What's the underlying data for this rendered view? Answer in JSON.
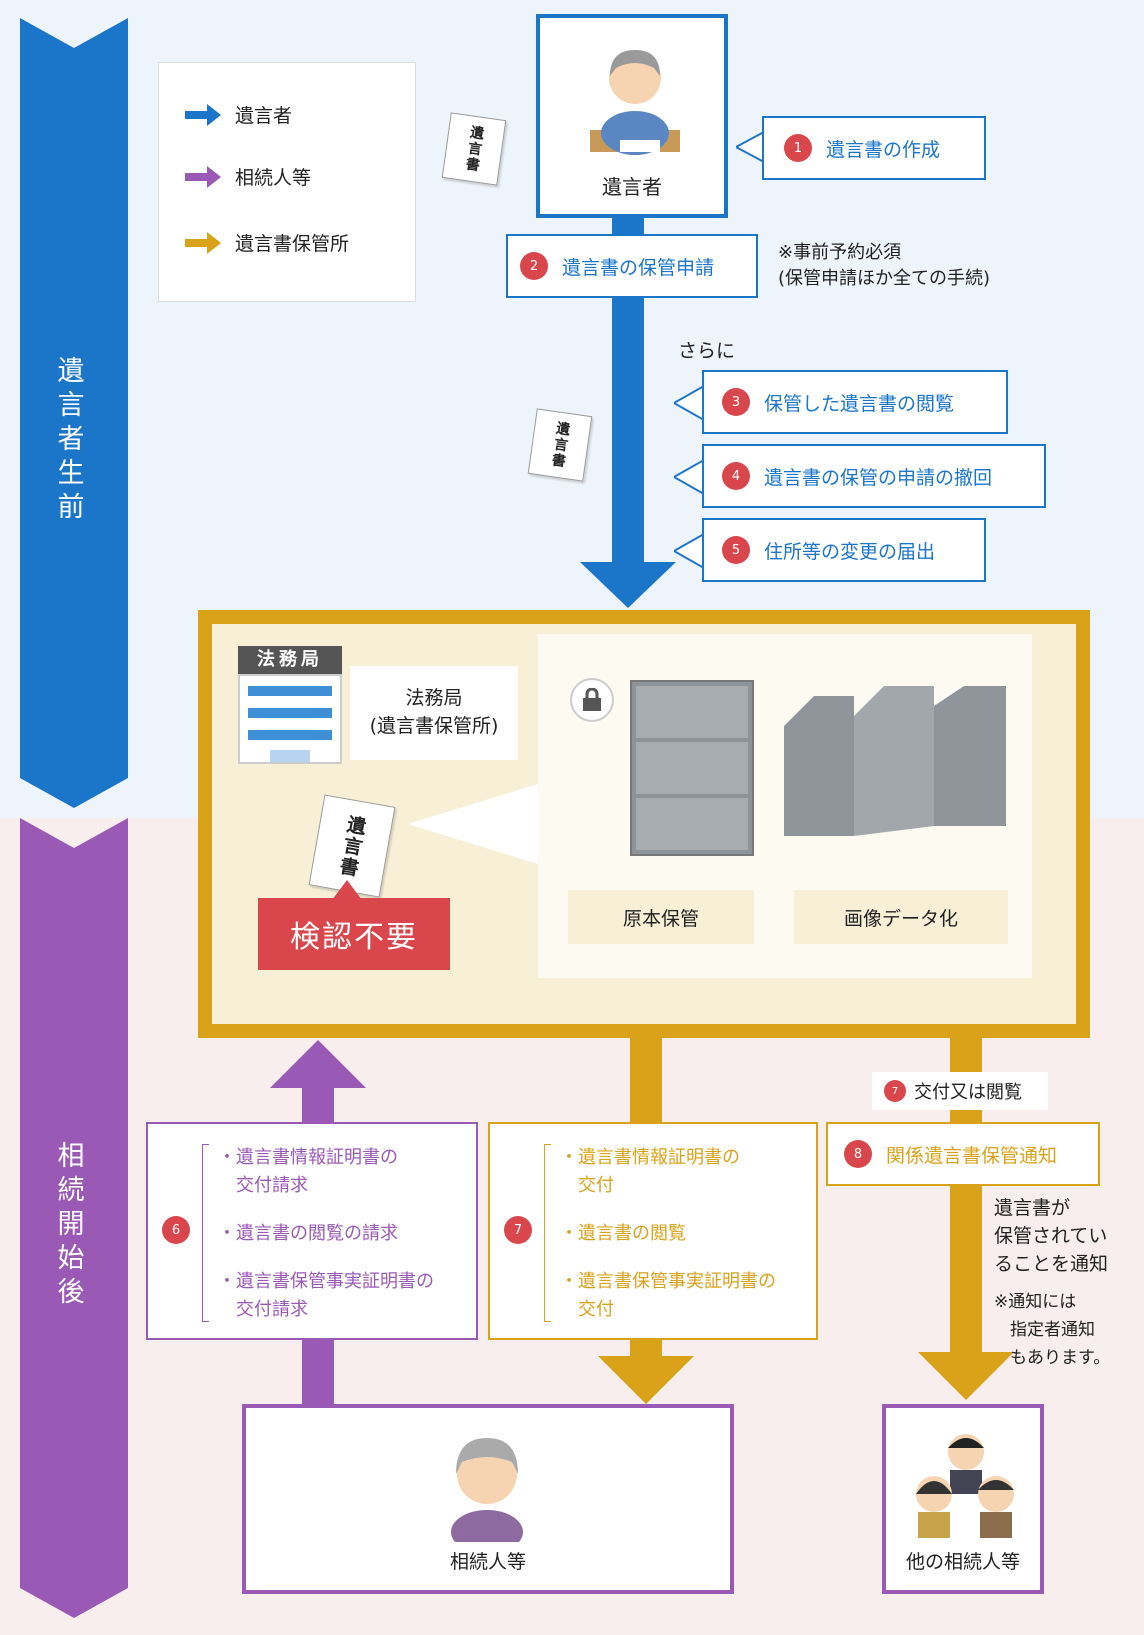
{
  "colors": {
    "blue": "#1b75c9",
    "purple": "#9b59b6",
    "gold": "#d9a219",
    "red": "#d9474c"
  },
  "timeline": {
    "before_label": "遺言者生前",
    "after_label": "相続開始後"
  },
  "legend": [
    {
      "label": "遺言者",
      "color": "#1b75c9"
    },
    {
      "label": "相続人等",
      "color": "#9b59b6"
    },
    {
      "label": "遺言書保管所",
      "color": "#d9a219"
    }
  ],
  "testator": {
    "label": "遺言者",
    "icon": "elderly-man-writing-icon"
  },
  "paper_text": "遺言書",
  "steps": {
    "s1": {
      "num": "1",
      "label": "遺言書の作成"
    },
    "s2": {
      "num": "2",
      "label": "遺言書の保管申請"
    },
    "s3": {
      "num": "3",
      "label": "保管した遺言書の閲覧"
    },
    "s4": {
      "num": "4",
      "label": "遺言書の保管の申請の撤回"
    },
    "s5": {
      "num": "5",
      "label": "住所等の変更の届出"
    }
  },
  "reservation_note": {
    "line1": "※事前予約必須",
    "line2": "(保管申請ほか全ての手続)"
  },
  "furthermore": "さらに",
  "office": {
    "sign": "法務局",
    "name_line1": "法務局",
    "name_line2": "(遺言書保管所)",
    "no_probate": "検認不要",
    "original": "原本保管",
    "image_data": "画像データ化"
  },
  "req6": {
    "num": "6",
    "items": [
      "・遺言書情報証明書の",
      "　交付請求",
      "・遺言書の閲覧の請求",
      "・遺言書保管事実証明書の",
      "　交付請求"
    ]
  },
  "req7": {
    "num": "7",
    "items": [
      "・遺言書情報証明書の",
      "　交付",
      "・遺言書の閲覧",
      "・遺言書保管事実証明書の",
      "　交付"
    ]
  },
  "step7_small": {
    "num": "7",
    "label": "交付又は閲覧"
  },
  "step8": {
    "num": "8",
    "label": "関係遺言書保管通知"
  },
  "notify_text": {
    "l1": "遺言書が",
    "l2": "保管されてい",
    "l3": "ることを通知"
  },
  "notify_note": {
    "l1": "※通知には",
    "l2": "指定者通知",
    "l3": "もあります。"
  },
  "heirs": {
    "label": "相続人等",
    "icon": "elderly-woman-icon"
  },
  "other_heirs": {
    "label": "他の相続人等",
    "icon": "family-group-icon"
  }
}
